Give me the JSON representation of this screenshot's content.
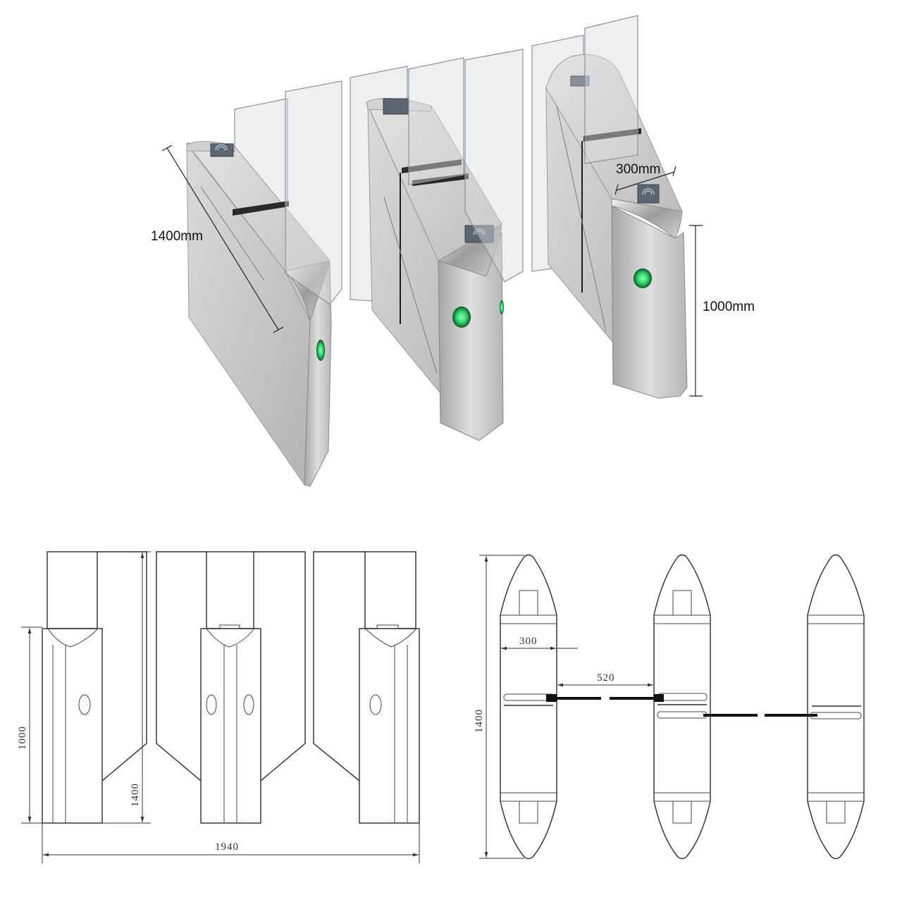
{
  "render_dimensions": {
    "length": "1400mm",
    "width": "300mm",
    "height": "1000mm"
  },
  "front_view_dimensions": {
    "body_height": "1000",
    "overall_height": "1400",
    "overall_width": "1940"
  },
  "plan_view_dimensions": {
    "unit_width": "300",
    "passage_width": "520",
    "unit_length": "1400"
  },
  "colors": {
    "stainless_steel": "#c4c4c4",
    "glass": "#d9dde0",
    "led_arrow": "#2bd46a",
    "drawing_line": "#2b2b2b"
  }
}
